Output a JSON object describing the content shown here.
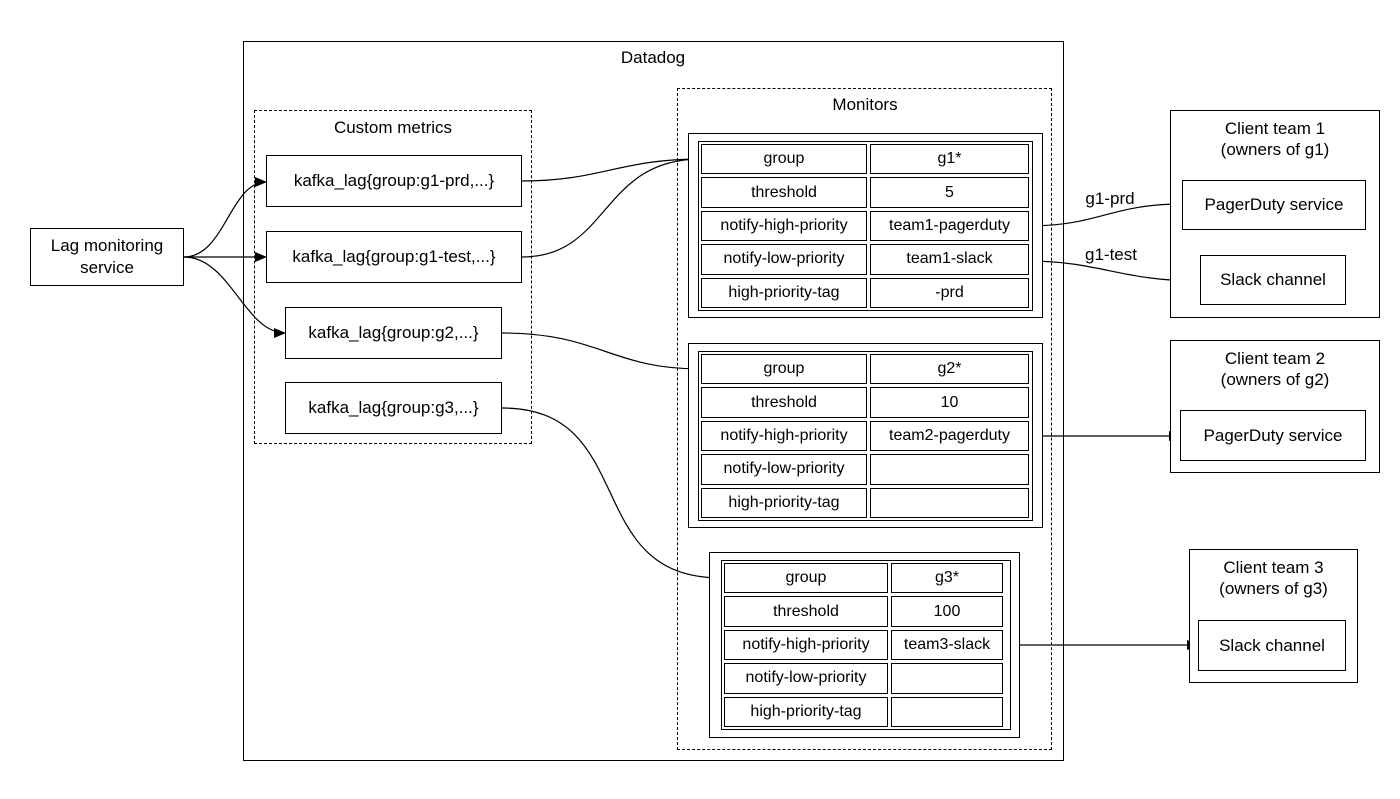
{
  "datadog": {
    "title": "Datadog"
  },
  "lag_service": {
    "label_line1": "Lag monitoring",
    "label_line2": "service"
  },
  "custom_metrics": {
    "title": "Custom metrics",
    "metrics": [
      "kafka_lag{group:g1-prd,...}",
      "kafka_lag{group:g1-test,...}",
      "kafka_lag{group:g2,...}",
      "kafka_lag{group:g3,...}"
    ]
  },
  "monitors": {
    "title": "Monitors",
    "tables": [
      {
        "rows": [
          [
            "group",
            "g1*"
          ],
          [
            "threshold",
            "5"
          ],
          [
            "notify-high-priority",
            "team1-pagerduty"
          ],
          [
            "notify-low-priority",
            "team1-slack"
          ],
          [
            "high-priority-tag",
            "-prd"
          ]
        ]
      },
      {
        "rows": [
          [
            "group",
            "g2*"
          ],
          [
            "threshold",
            "10"
          ],
          [
            "notify-high-priority",
            "team2-pagerduty"
          ],
          [
            "notify-low-priority",
            ""
          ],
          [
            "high-priority-tag",
            ""
          ]
        ]
      },
      {
        "rows": [
          [
            "group",
            "g3*"
          ],
          [
            "threshold",
            "100"
          ],
          [
            "notify-high-priority",
            "team3-slack"
          ],
          [
            "notify-low-priority",
            ""
          ],
          [
            "high-priority-tag",
            ""
          ]
        ]
      }
    ]
  },
  "client_teams": [
    {
      "title_line1": "Client team 1",
      "title_line2": "(owners of g1)",
      "services": [
        "PagerDuty service",
        "Slack channel"
      ]
    },
    {
      "title_line1": "Client team 2",
      "title_line2": "(owners of g2)",
      "services": [
        "PagerDuty service"
      ]
    },
    {
      "title_line1": "Client team 3",
      "title_line2": "(owners of g3)",
      "services": [
        "Slack channel"
      ]
    }
  ],
  "edge_labels": {
    "g1_prd": "g1-prd",
    "g1_test": "g1-test"
  }
}
